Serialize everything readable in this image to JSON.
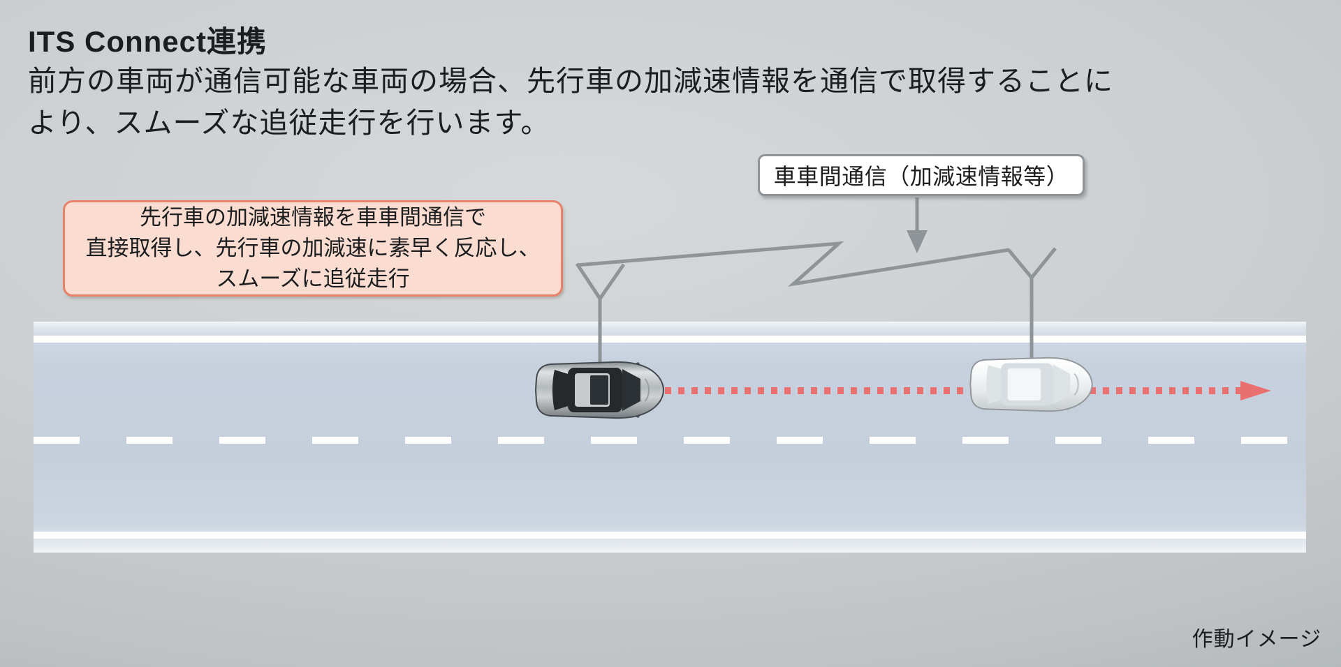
{
  "title": "ITS Connect連携",
  "description": {
    "line1": "前方の車両が通信可能な車両の場合、先行車の加減速情報を通信で取得することに",
    "line2": "より、スムーズな追従走行を行います。"
  },
  "callouts": {
    "v2v_label": "車車間通信（加減速情報等）",
    "benefit_line1": "先行車の加減速情報を車車間通信で",
    "benefit_line2": "直接取得し、先行車の加減速に素早く反応し、",
    "benefit_line3": "スムーズに追従走行"
  },
  "caption": "作動イメージ",
  "colors": {
    "background_gray": "#cbcfd0",
    "text": "#1b1d1f",
    "benefit_box_bg": "#fbdcd0",
    "benefit_box_border": "#e8826a",
    "v2v_box_bg": "#ffffff",
    "v2v_box_border": "#8f9498",
    "signal_line_gray": "#8f9498",
    "road_bg": "#c7d1de",
    "lane_marking_white": "#ffffff",
    "gap_arrow_red": "#e87170",
    "following_car_body": "#b4b9bc",
    "leading_car_body": "#f6f8f9"
  }
}
